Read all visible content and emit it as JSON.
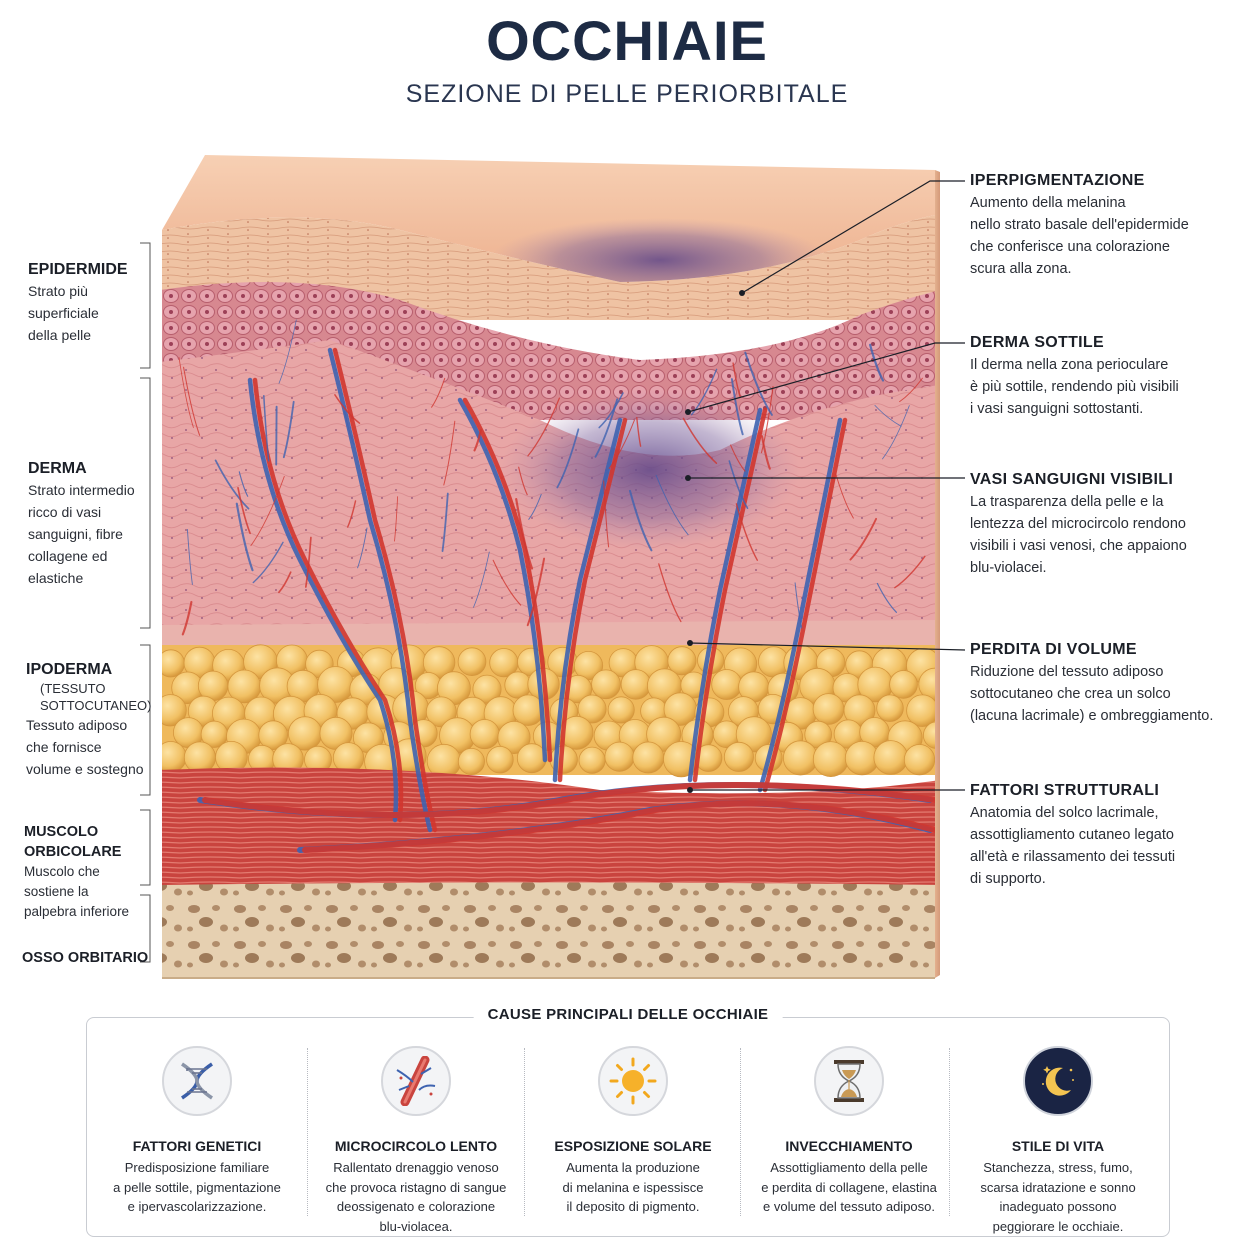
{
  "header": {
    "title": "OCCHIAIE",
    "subtitle": "SEZIONE DI PELLE PERIORBITALE"
  },
  "layers": [
    {
      "name": "EPIDERMIDE",
      "desc": "Strato più\nsuperficiale\ndella pelle"
    },
    {
      "name": "DERMA",
      "desc": "Strato intermedio\nricco di vasi\nsanguigni, fibre\ncollagene ed\nelastiche"
    },
    {
      "name": "IPODERMA",
      "sub": "(TESSUTO\nSOTTOCUTANEO)",
      "desc": "Tessuto adiposo\nche fornisce\nvolume e sostegno"
    },
    {
      "name": "MUSCOLO\nORBICOLARE",
      "desc": "Muscolo che\nsostiene la\npalpebra inferiore"
    },
    {
      "name": "OSSO ORBITARIO"
    }
  ],
  "annotations": [
    {
      "title": "IPERPIGMENTAZIONE",
      "desc": "Aumento della melanina\nnello strato basale dell'epidermide\nche conferisce una colorazione\nscura alla zona."
    },
    {
      "title": "DERMA SOTTILE",
      "desc": "Il derma nella zona perioculare\nè più sottile, rendendo più visibili\ni vasi sanguigni sottostanti."
    },
    {
      "title": "VASI SANGUIGNI VISIBILI",
      "desc": "La trasparenza della pelle e la\nlentezza del microcircolo rendono\nvisibili i vasi venosi, che appaiono\nblu-violacei."
    },
    {
      "title": "PERDITA DI VOLUME",
      "desc": "Riduzione del tessuto adiposo\nsottocutaneo che crea un solco\n(lacuna lacrimale) e ombreggiamento."
    },
    {
      "title": "FATTORI STRUTTURALI",
      "desc": "Anatomia del solco lacrimale,\nassottigliamento cutaneo legato\nall'età e rilassamento dei tessuti\ndi supporto."
    }
  ],
  "causes": {
    "title": "CAUSE PRINCIPALI DELLE OCCHIAIE",
    "items": [
      {
        "icon": "dna-icon",
        "title": "FATTORI GENETICI",
        "desc": "Predisposizione familiare\na pelle sottile, pigmentazione\ne ipervascolarizzazione."
      },
      {
        "icon": "blood-vessel-icon",
        "title": "MICROCIRCOLO LENTO",
        "desc": "Rallentato drenaggio venoso\nche provoca ristagno di sangue\ndeossigenato e colorazione\nblu-violacea."
      },
      {
        "icon": "sun-icon",
        "title": "ESPOSIZIONE SOLARE",
        "desc": "Aumenta la produzione\ndi melanina e ispessisce\nil deposito di pigmento."
      },
      {
        "icon": "hourglass-icon",
        "title": "INVECCHIAMENTO",
        "desc": "Assottigliamento della pelle\ne perdita di collagene, elastina\ne volume del tessuto adiposo."
      },
      {
        "icon": "moon-stars-icon",
        "title": "STILE DI VITA",
        "desc": "Stanchezza, stress, fumo,\nscarsa idratazione e sonno\ninadeguato possono\npeggiorare le occhiaie."
      }
    ]
  },
  "colors": {
    "title": "#1d2b44",
    "epidermis": "#f0bfa0",
    "derma": "#e9a6a6",
    "fat": "#f2c46a",
    "muscle": "#c8443f",
    "bone": "#e3cba9",
    "vein": "#3e63b0",
    "artery": "#d0362f",
    "bruise": "#6a4e8e"
  }
}
